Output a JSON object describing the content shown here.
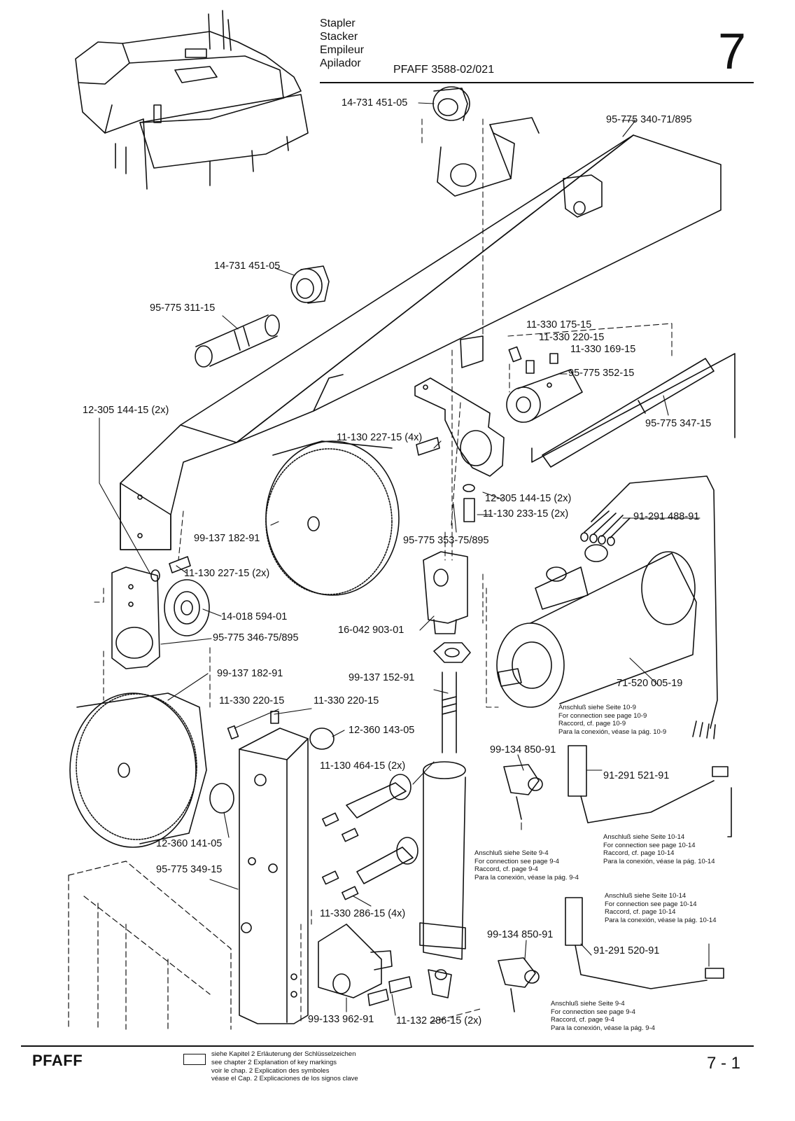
{
  "header": {
    "title_lines": [
      "Stapler",
      "Stacker",
      "Empileur",
      "Apilador"
    ],
    "model": "PFAFF 3588-02/021",
    "chapter": "7"
  },
  "parts": [
    "14-731 451-05",
    "95-775 340-71/895",
    "14-731 451-05",
    "95-775 311-15",
    "11-330 175-15",
    "11-330 220-15",
    "11-330 169-15",
    "95-775 352-15",
    "95-775 347-15",
    "12-305 144-15 (2x)",
    "11-130 227-15 (4x)",
    "12-305 144-15 (2x)",
    "11-130 233-15 (2x)",
    "91-291 488-91",
    "99-137 182-91",
    "95-775 353-75/895",
    "11-130 227-15 (2x)",
    "14-018 594-01",
    "95-775 346-75/895",
    "16-042 903-01",
    "71-520 005-19",
    "99-137 182-91",
    "99-137 152-91",
    "11-330 220-15",
    "11-330 220-15",
    "12-360 143-05",
    "99-134 850-91",
    "91-291 521-91",
    "11-130 464-15 (2x)",
    "12-360 141-05",
    "95-775 349-15",
    "11-330 286-15 (4x)",
    "99-134 850-91",
    "91-291 520-91",
    "99-133 962-91",
    "11-132 286-15 (2x)"
  ],
  "notes": [
    [
      "Anschluß siehe Seite 10-9",
      "For connection see page 10-9",
      "Raccord, cf. page 10-9",
      "Para la conexión, véase la pág. 10-9"
    ],
    [
      "Anschluß siehe Seite 10-14",
      "For connection see page 10-14",
      "Raccord, cf. page 10-14",
      "Para la conexión, véase la pág. 10-14"
    ],
    [
      "Anschluß siehe Seite 9-4",
      "For connection see page 9-4",
      "Raccord, cf. page 9-4",
      "Para la conexión, véase la pág. 9-4"
    ],
    [
      "Anschluß siehe Seite 10-14",
      "For connection see page 10-14",
      "Raccord, cf. page 10-14",
      "Para la conexión, véase la pág. 10-14"
    ],
    [
      "Anschluß siehe Seite 9-4",
      "For connection see page 9-4",
      "Raccord, cf. page 9-4",
      "Para la conexión, véase la pág. 9-4"
    ]
  ],
  "footer": {
    "brand": "PFAFF",
    "key_lines": [
      "siehe Kapitel 2 Erläuterung der Schlüsselzeichen",
      "see chapter 2 Explanation of key markings",
      "voir le chap. 2 Explication des symboles",
      "véase el Cap. 2 Explicaciones de los signos clave"
    ],
    "page": "7 - 1"
  }
}
